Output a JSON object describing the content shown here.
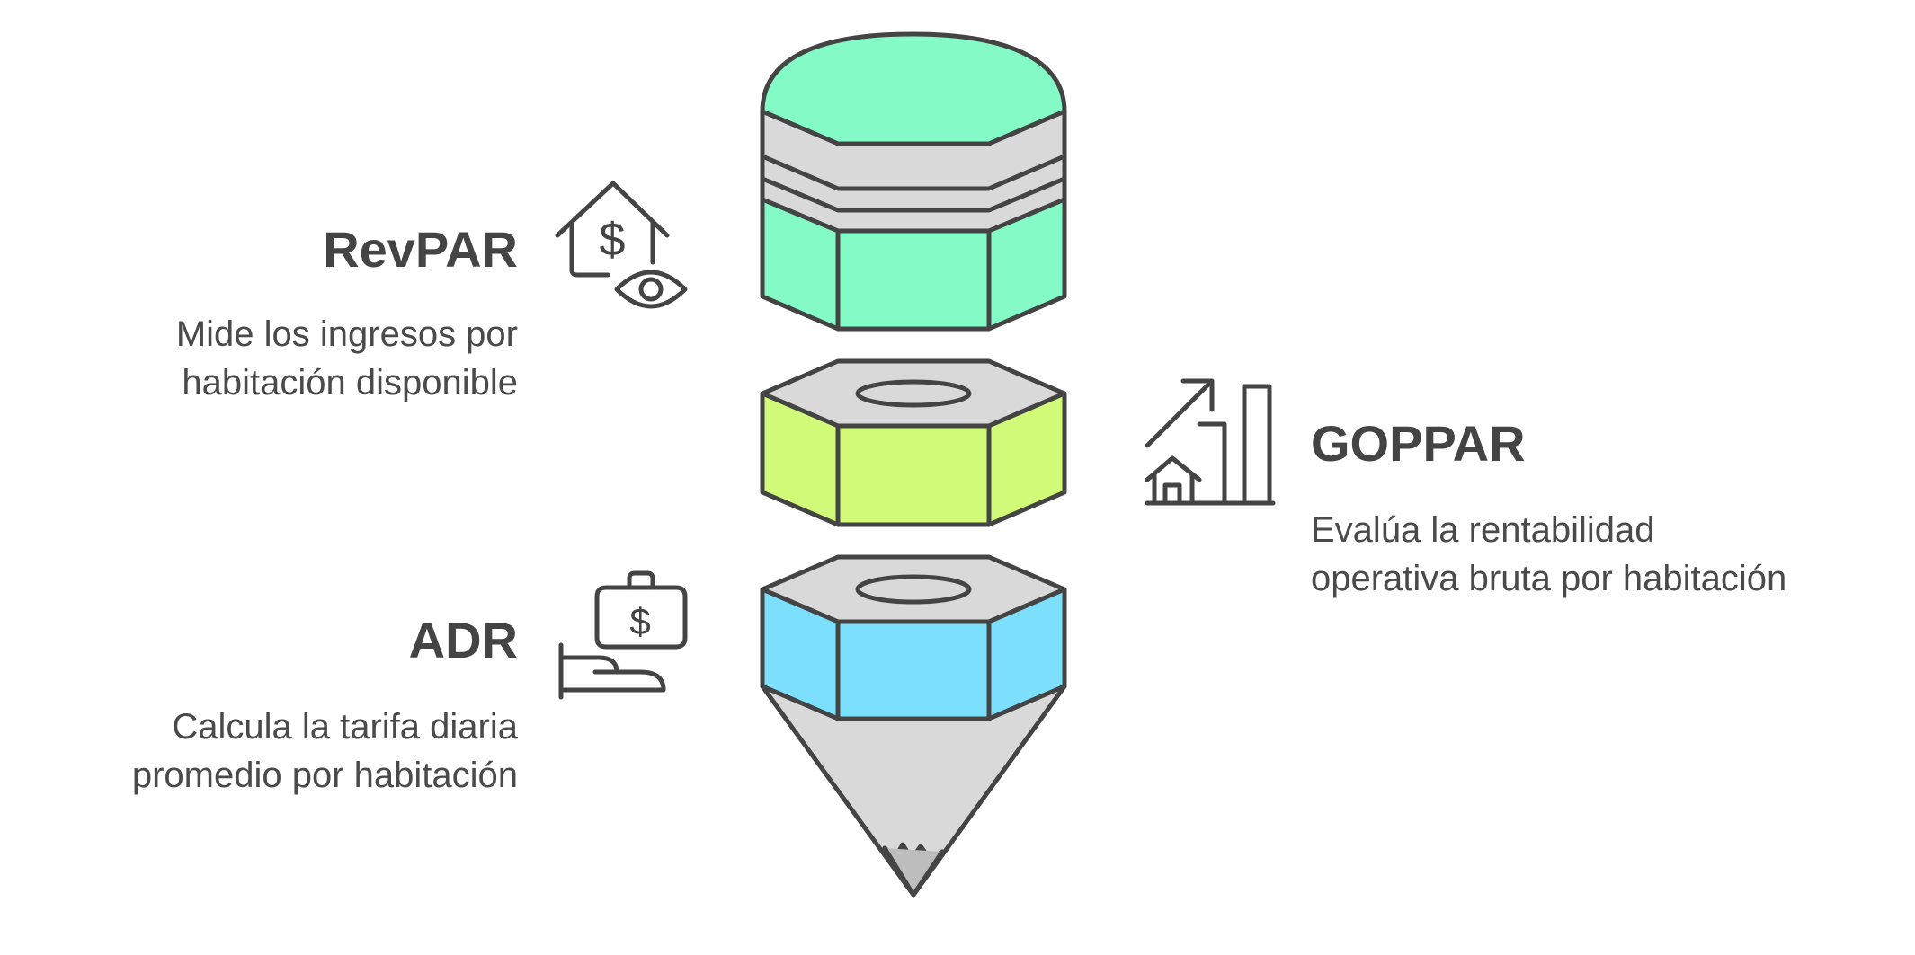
{
  "colors": {
    "stroke": "#444444",
    "gray_face": "#d9d9d9",
    "top_section": "#84fbc6",
    "middle_section": "#d1fa78",
    "bottom_section": "#7ce0fd",
    "text": "#444444"
  },
  "items": [
    {
      "id": "revpar",
      "title": "RevPAR",
      "description": [
        "Mide los ingresos por",
        "habitación disponible"
      ],
      "icon": "house-dollar-eye-icon"
    },
    {
      "id": "goppar",
      "title": "GOPPAR",
      "description": [
        "Evalúa la rentabilidad",
        "operativa bruta por habitación"
      ],
      "icon": "growth-chart-house-icon"
    },
    {
      "id": "adr",
      "title": "ADR",
      "description": [
        "Calcula la tarifa diaria",
        "promedio por habitación"
      ],
      "icon": "hand-money-bag-icon"
    }
  ]
}
